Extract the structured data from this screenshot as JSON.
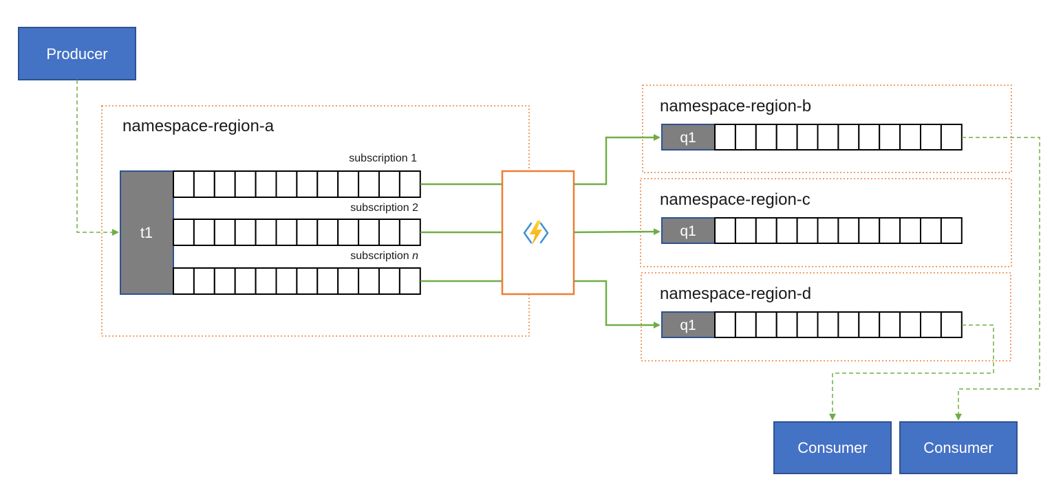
{
  "producer": {
    "label": "Producer"
  },
  "source_namespace": {
    "title": "namespace-region-a",
    "topic": "t1",
    "subscriptions": [
      {
        "label": "subscription 1"
      },
      {
        "label": "subscription 2"
      },
      {
        "label": "subscription",
        "suffix": "n"
      }
    ]
  },
  "function_icon": "azure-function-icon",
  "target_namespaces": [
    {
      "title": "namespace-region-b",
      "queue": "q1"
    },
    {
      "title": "namespace-region-c",
      "queue": "q1"
    },
    {
      "title": "namespace-region-d",
      "queue": "q1"
    }
  ],
  "consumers": [
    {
      "label": "Consumer"
    },
    {
      "label": "Consumer"
    }
  ],
  "colors": {
    "box_fill": "#4472c4",
    "box_border": "#2f528f",
    "block_gray": "#7f7f7f",
    "namespace_border": "#ed7d31",
    "function_border": "#ed7d31",
    "arrow_green": "#70ad47"
  }
}
